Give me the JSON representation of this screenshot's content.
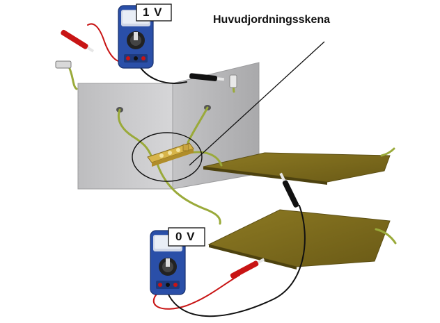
{
  "meter_top": {
    "display": "1 V"
  },
  "meter_bottom": {
    "display": "0 V"
  },
  "callout": {
    "label": "Huvudjordningsskena"
  },
  "colors": {
    "wall_front": "#c9c9cb",
    "wall_side": "#b2b2b4",
    "plate_fill": "#7b6a1e",
    "plate_edge": "#5c4f14",
    "busbar": "#d8b54a",
    "ground_wire": "#9aaa3a",
    "probe_red": "#c81414",
    "probe_black": "#111111",
    "meter_blue": "#2a4fa8",
    "meter_display": "#ffffff"
  },
  "icons": [
    "multimeter-icon",
    "probe-red-icon",
    "probe-black-icon"
  ]
}
